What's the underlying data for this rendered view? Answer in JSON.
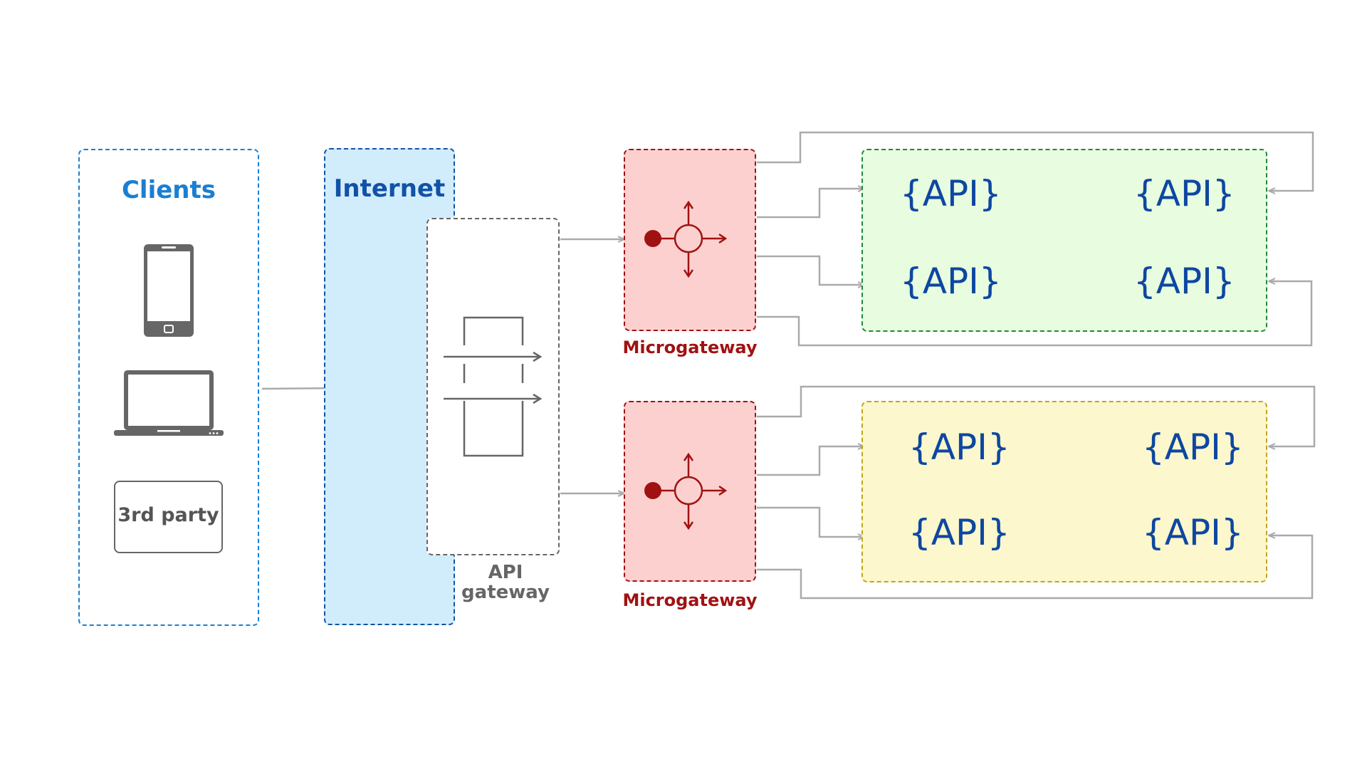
{
  "clients": {
    "title": "Clients",
    "third_party_label": "3rd party",
    "icons": [
      "smartphone-icon",
      "laptop-icon"
    ]
  },
  "internet": {
    "title": "Internet"
  },
  "api_gateway": {
    "label_line1": "API",
    "label_line2": "gateway"
  },
  "microgateways": [
    {
      "label": "Microgateway"
    },
    {
      "label": "Microgateway"
    }
  ],
  "service_groups": [
    {
      "color": "green",
      "apis": [
        "{API}",
        "{API}",
        "{API}",
        "{API}"
      ]
    },
    {
      "color": "yellow",
      "apis": [
        "{API}",
        "{API}",
        "{API}",
        "{API}"
      ]
    }
  ],
  "colors": {
    "clients_border": "#1a7fd1",
    "clients_title": "#1a7fd1",
    "internet_fill": "#d1ecfb",
    "internet_border": "#1152a8",
    "internet_title": "#1152a8",
    "gateway_border": "#666666",
    "micro_fill": "#fdd0d0",
    "micro_border": "#a01212",
    "micro_label": "#a01212",
    "green_fill": "#e8fce0",
    "green_border": "#1f8a3a",
    "yellow_fill": "#fcf7cc",
    "yellow_border": "#c4a41a",
    "api_text": "#0d47a1",
    "connector": "#aaaaaa"
  }
}
